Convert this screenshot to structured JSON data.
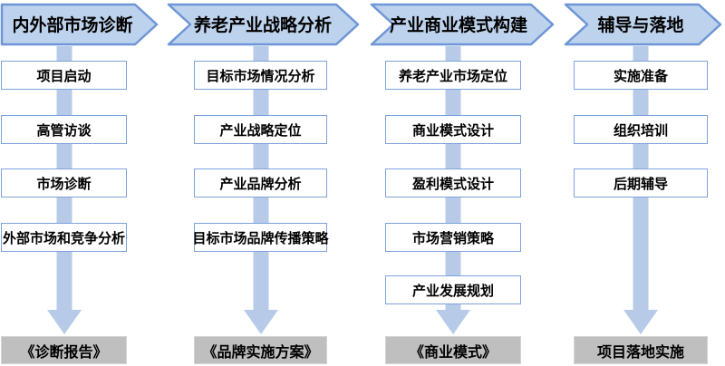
{
  "diagram": {
    "type": "process-flow",
    "stage_count": 4,
    "colors": {
      "chevron_fill": "#bdd2ec",
      "chevron_border": "#6e96d6",
      "flow_arrow": "#b7cbe8",
      "step_box_fill": "#ffffff",
      "step_box_border": "#7da2dc",
      "output_box_fill": "#bfbfbf",
      "output_box_border": "#d4d4d4",
      "text": "#000000"
    }
  },
  "columns": [
    {
      "header": "内外部市场诊断",
      "steps": [
        "项目启动",
        "高管访谈",
        "市场诊断",
        "外部市场和竞争分析"
      ],
      "output": "《诊断报告》"
    },
    {
      "header": "养老产业战略分析",
      "steps": [
        "目标市场情况分析",
        "产业战略定位",
        "产业品牌分析",
        "目标市场品牌传播策略"
      ],
      "output": "《品牌实施方案》"
    },
    {
      "header": "产业商业模式构建",
      "steps": [
        "养老产业市场定位",
        "商业模式设计",
        "盈利模式设计",
        "市场营销策略",
        "产业发展规划"
      ],
      "output": "《商业模式》"
    },
    {
      "header": "辅导与落地",
      "steps": [
        "实施准备",
        "组织培训",
        "后期辅导"
      ],
      "output": "项目落地实施"
    }
  ]
}
